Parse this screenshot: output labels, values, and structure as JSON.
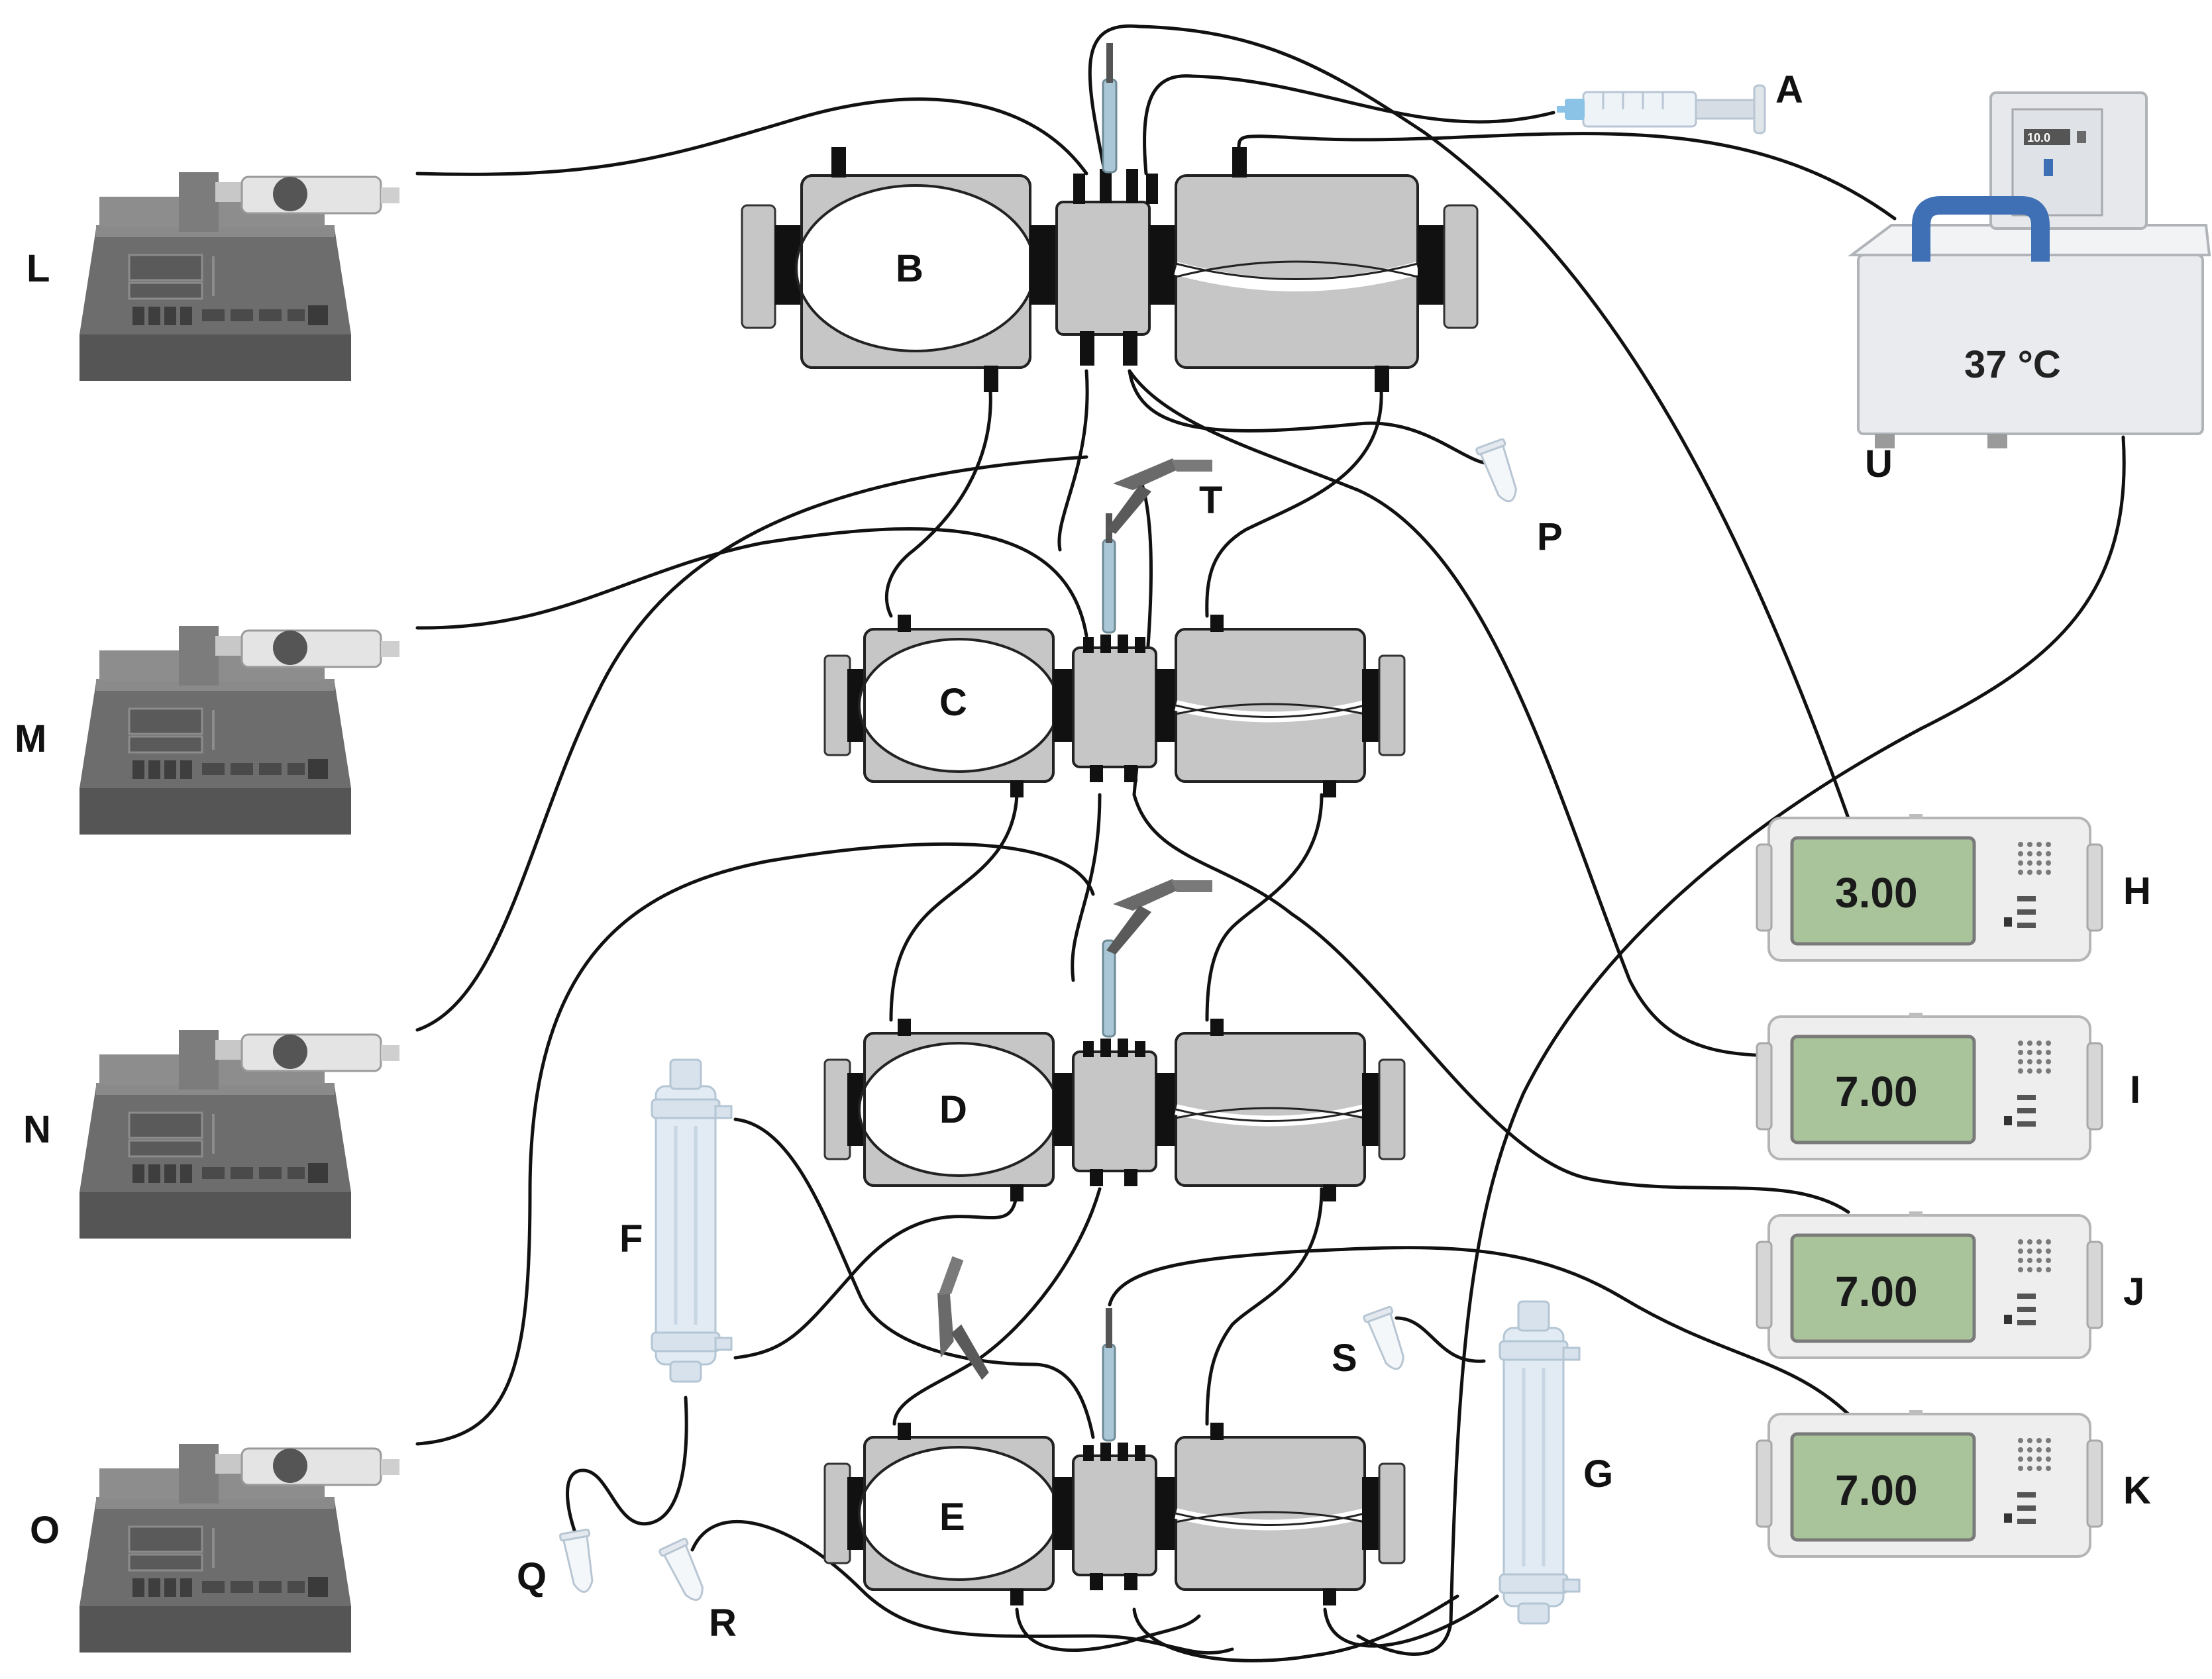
{
  "labels": {
    "A": "A",
    "B": "B",
    "C": "C",
    "D": "D",
    "E": "E",
    "F": "F",
    "G": "G",
    "H": "H",
    "I": "I",
    "J": "J",
    "K": "K",
    "L": "L",
    "M": "M",
    "N": "N",
    "O": "O",
    "P": "P",
    "Q": "Q",
    "R": "R",
    "S": "S",
    "T": "T",
    "U": "U"
  },
  "meters": [
    {
      "id": "H",
      "value": "3.00"
    },
    {
      "id": "I",
      "value": "7.00"
    },
    {
      "id": "J",
      "value": "7.00"
    },
    {
      "id": "K",
      "value": "7.00"
    }
  ],
  "water_bath": {
    "temperature": "37 °C",
    "bath_display": "10.0"
  },
  "colors": {
    "tubing": "#111111",
    "chamber": "#c6c6c6",
    "pump": "#6f6f6f",
    "meter_screen": "#a9c49b",
    "handle": "#3f6fb4",
    "column": "#dfe9f1"
  },
  "icons": [
    "syringe-pump-icon",
    "syringe-icon",
    "chamber-icon",
    "meter-icon",
    "water-bath-icon",
    "filter-column-icon",
    "tube-icon",
    "clamp-icon"
  ]
}
